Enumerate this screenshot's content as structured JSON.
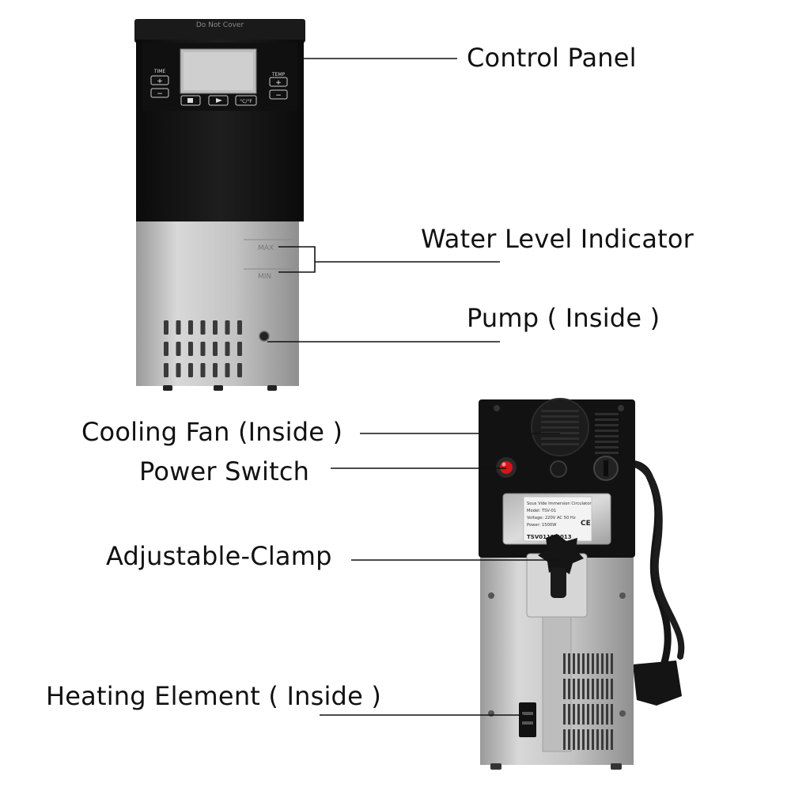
{
  "callouts": {
    "control_panel": "Control Panel",
    "water_level": "Water Level Indicator",
    "pump": "Pump ( Inside )",
    "cooling_fan": "Cooling Fan (Inside )",
    "power_switch": "Power Switch",
    "clamp": "Adjustable-Clamp",
    "heating_element": "Heating Element ( Inside )"
  },
  "device_front": {
    "top_text": "Do Not Cover",
    "time_label": "TIME",
    "temp_label": "TEMP",
    "plus": "+",
    "minus": "−",
    "unit_button": "°C/°F",
    "max_mark": "MAX",
    "min_mark": "MIN"
  },
  "device_back": {
    "sticker_lines": [
      "Sous Vide Immersion Circulator",
      "Model: TSV-01",
      "Voltage: 220V AC 50 Hz",
      "Power: 1500W"
    ],
    "sticker_serial": "TSV0119 0013",
    "ce_mark": "CE"
  },
  "colors": {
    "body_black": "#141414",
    "steel": "#c9c9c9",
    "screen": "#bfbfbf",
    "switch_red": "#d4161b",
    "line": "#111111"
  }
}
